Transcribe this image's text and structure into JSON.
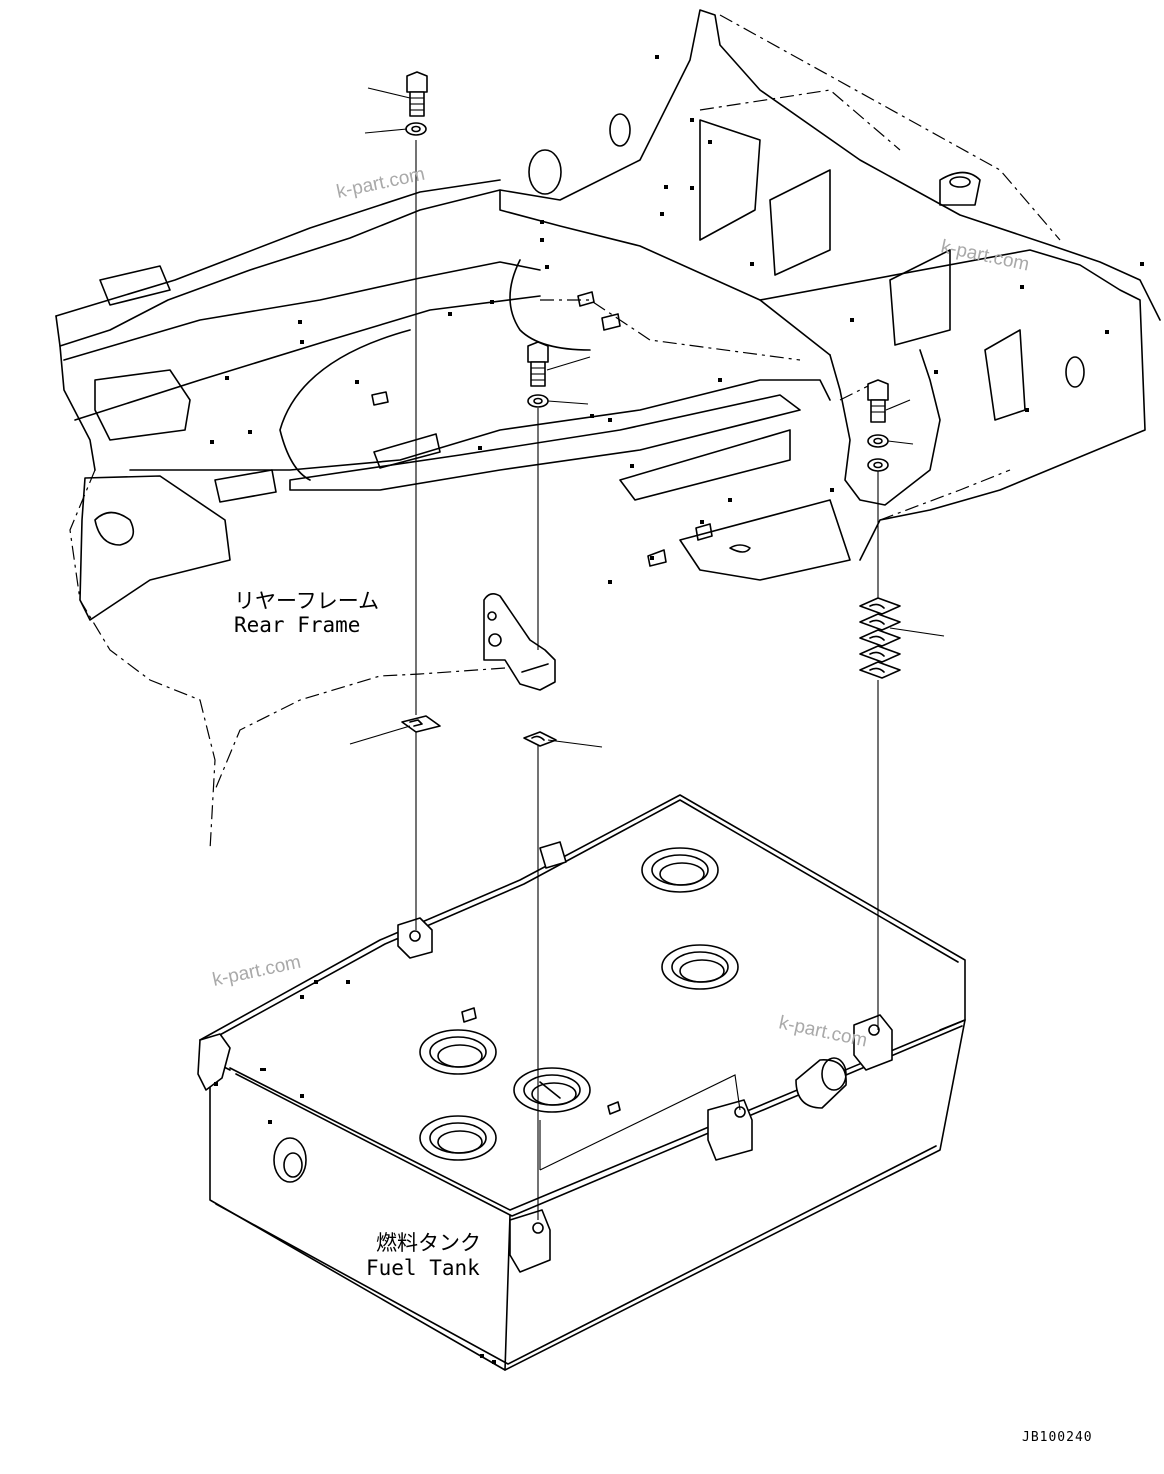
{
  "labels": {
    "rear_frame_jp": "リヤーフレーム",
    "rear_frame_en": "Rear Frame",
    "fuel_tank_jp": "燃料タンク",
    "fuel_tank_en": "Fuel Tank"
  },
  "watermark": "k-part.com",
  "drawing_code": "JB100240"
}
